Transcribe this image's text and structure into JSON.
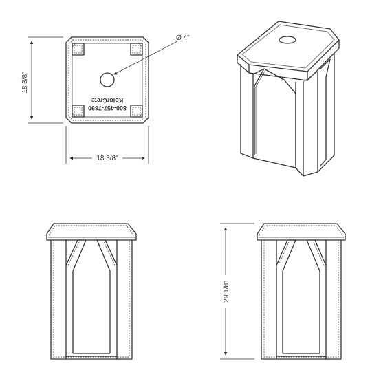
{
  "drawing": {
    "top_view": {
      "width_label": "18 3/8\"",
      "depth_label": "18 3/8\"",
      "hole_label": "Ø 4\"",
      "stamp_phone": "800-457-7690",
      "stamp_brand": "KolorCrete"
    },
    "side_view": {
      "height_label": "29 1/8\""
    }
  }
}
